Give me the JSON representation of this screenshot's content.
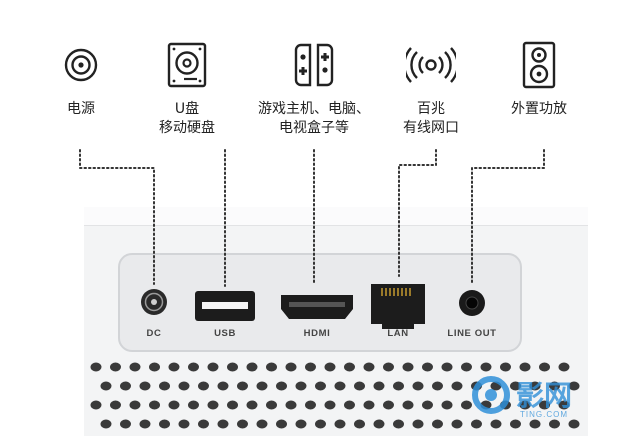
{
  "features": [
    {
      "id": "power",
      "icon": "power-coaxial-icon",
      "lines": [
        "电源",
        ""
      ]
    },
    {
      "id": "usb",
      "icon": "hard-drive-icon",
      "lines": [
        "U盘",
        "移动硬盘"
      ]
    },
    {
      "id": "hdmi",
      "icon": "game-controller-icon",
      "lines": [
        "游戏主机、电脑、",
        "电视盒子等"
      ]
    },
    {
      "id": "lan",
      "icon": "wireless-signal-icon",
      "lines": [
        "百兆",
        "有线网口"
      ]
    },
    {
      "id": "lineout",
      "icon": "speaker-icon",
      "lines": [
        "外置功放",
        ""
      ]
    }
  ],
  "ports": [
    {
      "id": "dc",
      "label": "DC",
      "icon": "dc-jack-icon"
    },
    {
      "id": "usb",
      "label": "USB",
      "icon": "usb-port-icon"
    },
    {
      "id": "hdmi",
      "label": "HDMI",
      "icon": "hdmi-port-icon"
    },
    {
      "id": "lan",
      "label": "LAN",
      "icon": "ethernet-port-icon"
    },
    {
      "id": "lineout",
      "label": "LINE OUT",
      "icon": "audio-jack-icon"
    }
  ],
  "watermark": {
    "text": "影网",
    "sub": "TING.COM",
    "icon": "logo-ring-icon"
  },
  "colors": {
    "ink": "#222222",
    "dotted": "#333333",
    "device": "#f3f4f5",
    "panel": "#e9eaec",
    "port": "#1c1c1c",
    "logo": "#2f8fd8"
  }
}
